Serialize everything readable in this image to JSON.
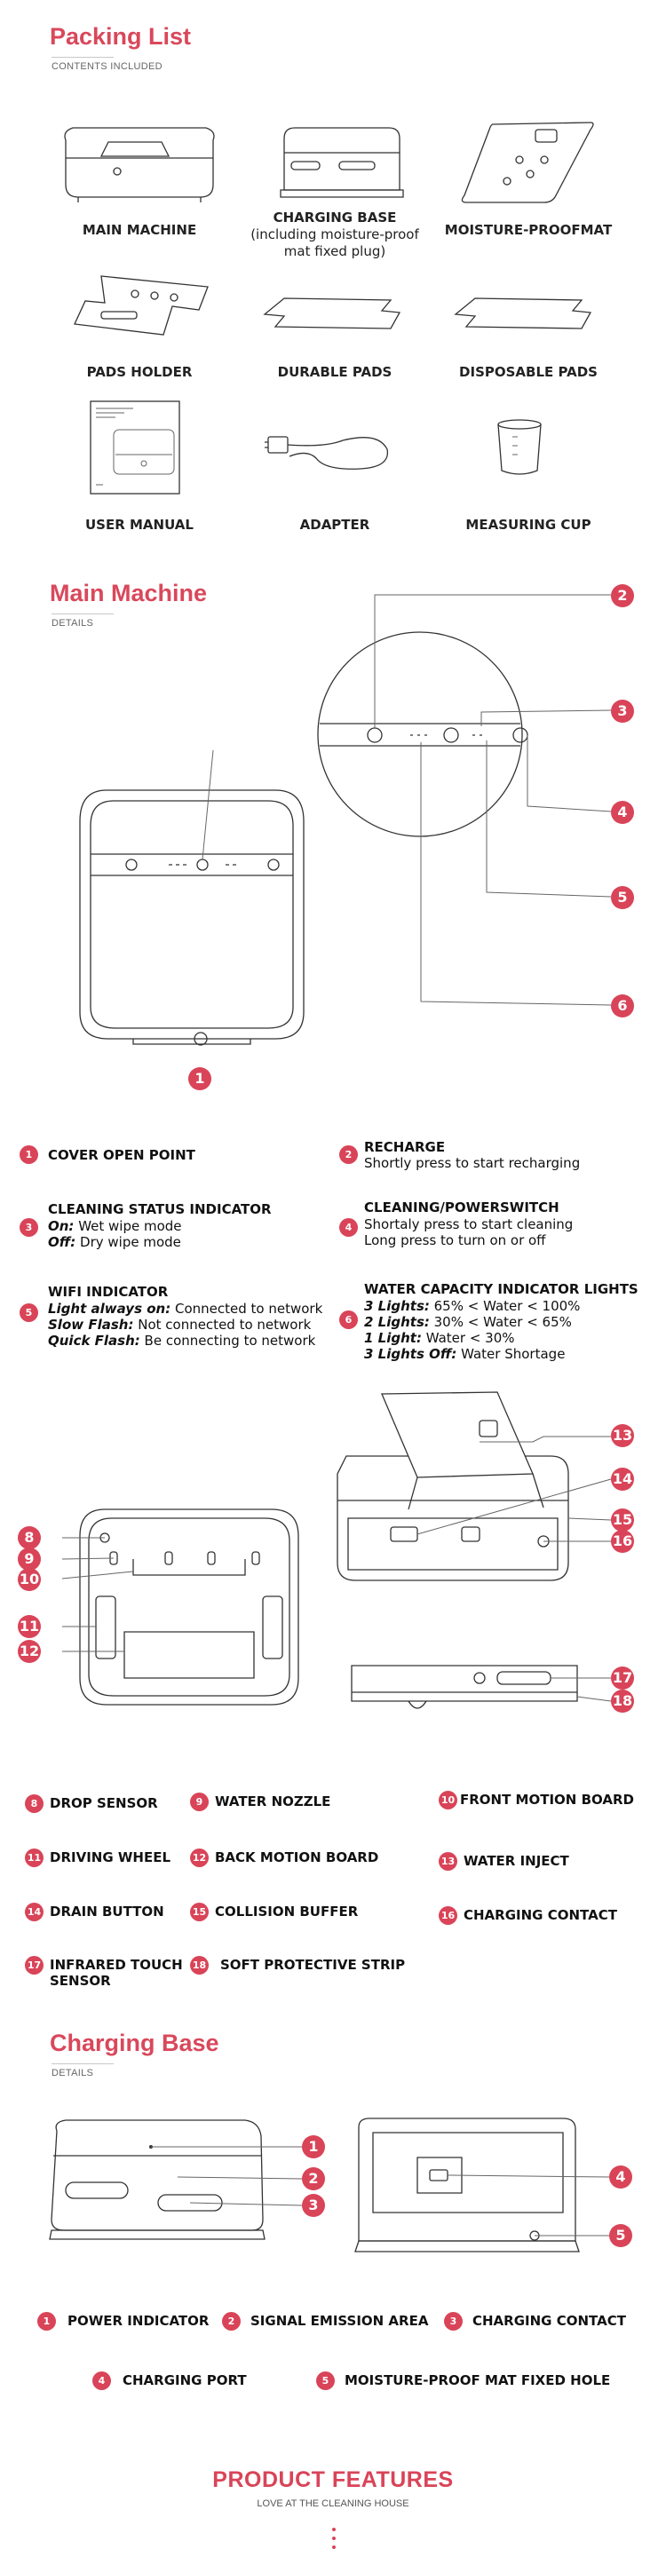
{
  "packing": {
    "title": "Packing List",
    "subtitle": "CONTENTS INCLUDED",
    "items": [
      {
        "label": "MAIN MACHINE",
        "sub": ""
      },
      {
        "label": "CHARGING BASE",
        "sub": "(including moisture-proof mat fixed plug)"
      },
      {
        "label": "MOISTURE-PROOFMAT",
        "sub": ""
      },
      {
        "label": "PADS HOLDER",
        "sub": ""
      },
      {
        "label": "DURABLE PADS",
        "sub": ""
      },
      {
        "label": "DISPOSABLE PADS",
        "sub": ""
      },
      {
        "label": "USER MANUAL",
        "sub": ""
      },
      {
        "label": "ADAPTER",
        "sub": ""
      },
      {
        "label": "MEASURING CUP",
        "sub": ""
      }
    ]
  },
  "main_machine": {
    "title": "Main Machine",
    "subtitle": "DETAILS",
    "callouts": [
      "1",
      "2",
      "3",
      "4",
      "5",
      "6"
    ],
    "legend": [
      {
        "num": "1",
        "title": "COVER OPEN POINT",
        "lines": []
      },
      {
        "num": "2",
        "title": "RECHARGE",
        "lines": [
          {
            "k": "",
            "v": "Shortly press to start recharging"
          }
        ]
      },
      {
        "num": "3",
        "title": "CLEANING STATUS INDICATOR",
        "lines": [
          {
            "k": "On:",
            "v": " Wet wipe mode"
          },
          {
            "k": "Off:",
            "v": " Dry wipe mode"
          }
        ]
      },
      {
        "num": "4",
        "title": "CLEANING/POWERSWITCH",
        "lines": [
          {
            "k": "",
            "v": "Shortaly press to start cleaning"
          },
          {
            "k": "",
            "v": "Long press to turn on or off"
          }
        ]
      },
      {
        "num": "5",
        "title": "WIFI INDICATOR",
        "lines": [
          {
            "k": "Light always on:",
            "v": " Connected to network"
          },
          {
            "k": "Slow Flash:",
            "v": " Not connected to network"
          },
          {
            "k": "Quick Flash:",
            "v": " Be connecting to network"
          }
        ]
      },
      {
        "num": "6",
        "title": "WATER CAPACITY INDICATOR LIGHTS",
        "lines": [
          {
            "k": "3 Lights:",
            "v": " 65% < Water < 100%"
          },
          {
            "k": "2 Lights:",
            "v": " 30% < Water < 65%"
          },
          {
            "k": "1 Light:",
            "v": " Water < 30%"
          },
          {
            "k": "3 Lights Off:",
            "v": " Water Shortage"
          }
        ]
      }
    ]
  },
  "bottom_view": {
    "callouts": [
      "8",
      "9",
      "10",
      "11",
      "12",
      "13",
      "14",
      "15",
      "16",
      "17",
      "18"
    ],
    "legend": [
      {
        "num": "8",
        "label": "DROP SENSOR"
      },
      {
        "num": "9",
        "label": "WATER NOZZLE"
      },
      {
        "num": "10",
        "label": "FRONT MOTION BOARD"
      },
      {
        "num": "11",
        "label": "DRIVING WHEEL"
      },
      {
        "num": "12",
        "label": "BACK MOTION BOARD"
      },
      {
        "num": "13",
        "label": "WATER INJECT"
      },
      {
        "num": "14",
        "label": "DRAIN BUTTON"
      },
      {
        "num": "15",
        "label": "COLLISION BUFFER"
      },
      {
        "num": "16",
        "label": "CHARGING CONTACT"
      },
      {
        "num": "17",
        "label": "INFRARED TOUCH SENSOR"
      },
      {
        "num": "18",
        "label": "SOFT PROTECTIVE STRIP"
      }
    ]
  },
  "charging_base": {
    "title": "Charging Base",
    "subtitle": "DETAILS",
    "callouts": [
      "1",
      "2",
      "3",
      "4",
      "5"
    ],
    "legend": [
      {
        "num": "1",
        "label": "POWER INDICATOR"
      },
      {
        "num": "2",
        "label": "SIGNAL EMISSION AREA"
      },
      {
        "num": "3",
        "label": "CHARGING CONTACT"
      },
      {
        "num": "4",
        "label": "CHARGING PORT"
      },
      {
        "num": "5",
        "label": "MOISTURE-PROOF MAT FIXED HOLE"
      }
    ]
  },
  "features": {
    "title": "PRODUCT FEATURES",
    "subtitle": "LOVE AT THE CLEANING HOUSE"
  },
  "colors": {
    "accent": "#d94458",
    "text": "#111111"
  }
}
